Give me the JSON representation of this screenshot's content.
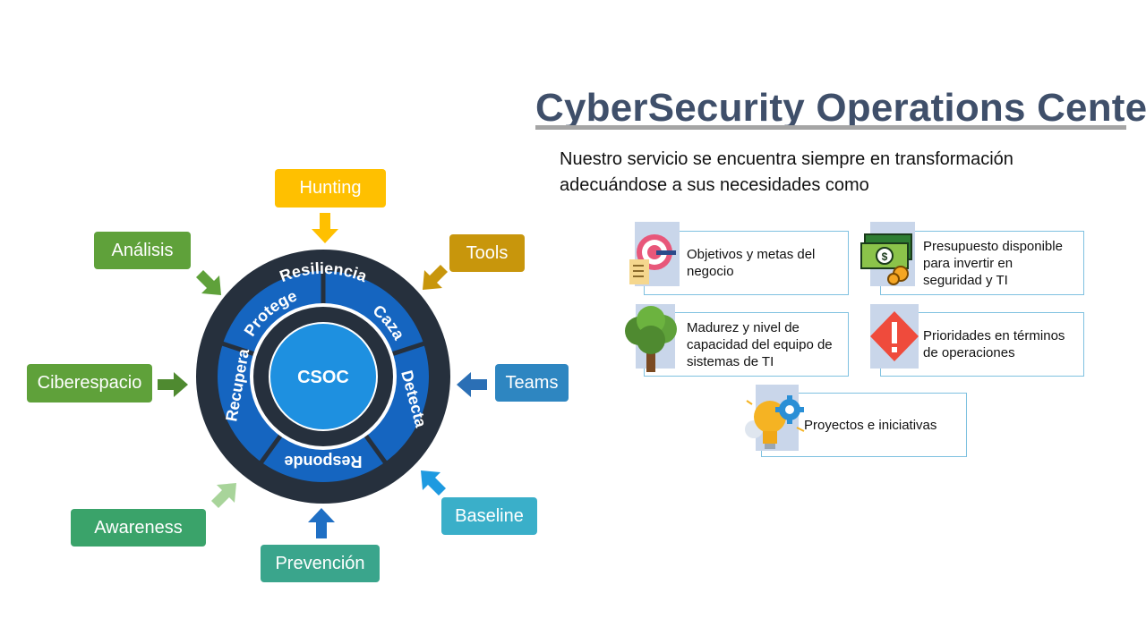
{
  "title": "CyberSecurity Operations Center",
  "subtitle": {
    "line1": "Nuestro servicio se  encuentra siempre en transformación",
    "line2": "adecuándose a sus necesidades como"
  },
  "wheel": {
    "center": "CSOC",
    "outer_label": "Resiliencia",
    "segments": [
      "Protege",
      "Caza",
      "Detecta",
      "Responde",
      "Recupera"
    ]
  },
  "inputs": {
    "hunting": "Hunting",
    "analisis": "Análisis",
    "tools": "Tools",
    "ciberespacio": "Ciberespacio",
    "teams": "Teams",
    "awareness": "Awareness",
    "baseline": "Baseline",
    "prevencion": "Prevención"
  },
  "colors": {
    "hunting": "#ffc000",
    "analisis": "#5fa13a",
    "tools": "#c8960c",
    "ciberespacio": "#5fa13a",
    "teams": "#2e86c1",
    "awareness": "#3aa36a",
    "baseline": "#3aafc9",
    "prevencion": "#3aa58c",
    "ring_dark": "#26303d",
    "ring_blue": "#1565c0",
    "center": "#1e90e0"
  },
  "needs": {
    "objetivos": "Objetivos y metas del negocio",
    "presupuesto_l1": "Presupuesto disponible",
    "presupuesto_l2": "para invertir en",
    "presupuesto_l3": "seguridad y TI",
    "madurez_l1": "Madurez y nivel de",
    "madurez_l2": "capacidad del equipo de",
    "madurez_l3": "sistemas  de TI",
    "prioridades_l1": "Prioridades en términos",
    "prioridades_l2": "de operaciones",
    "proyectos": "Proyectos e iniciativas"
  },
  "icons": [
    "target-icon",
    "money-icon",
    "tree-icon",
    "warning-icon",
    "lightbulb-gear-icon"
  ]
}
